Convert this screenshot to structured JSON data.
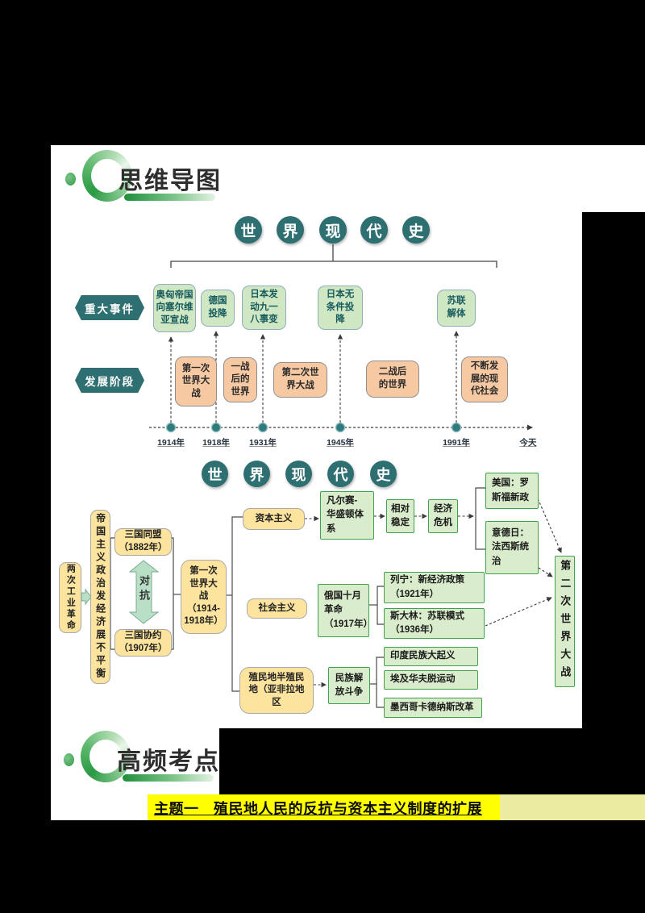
{
  "headers": {
    "mindmap": "思维导图",
    "hotspots": "高频考点"
  },
  "title": {
    "chars": [
      "世",
      "界",
      "现",
      "代",
      "史"
    ]
  },
  "timeline": {
    "event_row_label": "重大事件",
    "stage_row_label": "发展阶段",
    "events": [
      "奥匈帝国\n向塞尔维\n亚宣战",
      "德国\n投降",
      "日本发\n动九一\n八事变",
      "日本无\n条件投\n降",
      "苏联\n解体"
    ],
    "stages": [
      "第一次\n世界大\n战",
      "一战\n后的\n世界",
      "第二次世\n界大战",
      "二战后\n的世界",
      "不断发\n展的现\n代社会"
    ],
    "years": [
      "1914年",
      "1918年",
      "1931年",
      "1945年",
      "1991年"
    ],
    "today_label": "今天"
  },
  "mindmap": {
    "industrial": "两次工业革命",
    "imperialism": "帝国主义政治发经济展不平衡",
    "alliance": "三国同盟\n（1882年）",
    "entente": "三国协约\n（1907年）",
    "confrontation": "对抗",
    "ww1": "第一次\n世界大\n战\n（1914-\n1918年）",
    "capitalism": "资本主义",
    "socialism": "社会主义",
    "colonies": "殖民地半殖民\n地（亚非拉地\n区",
    "versailles": "凡尔赛-\n华盛顿体\n系",
    "stability": "相对\n稳定",
    "crisis": "经济\n危机",
    "usa": "美国：罗\n斯福新政",
    "fascism": "意德日：\n法西斯统\n治",
    "october": "俄国十月\n革命\n（1917年）",
    "lenin": "列宁：新经济政策\n（1921年）",
    "stalin": "斯大林：苏联模式\n（1936年）",
    "liberation": "民族解\n放斗争",
    "india": "印度民族大起义",
    "egypt": "埃及华夫脱运动",
    "mexico": "墨西哥卡德纳斯改革",
    "ww2": "第二次世界大战"
  },
  "footer": {
    "theme_title": "主题一　殖民地人民的反抗与资本主义制度的扩展"
  },
  "colors": {
    "teal": "#2e6f72",
    "event_fill": "#cfe8c3",
    "stage_fill": "#f7c9a3",
    "yellow_node": "#fce49e",
    "green_node": "#d9eccb",
    "green_border": "#43a04a",
    "highlight": "#ffff00"
  }
}
